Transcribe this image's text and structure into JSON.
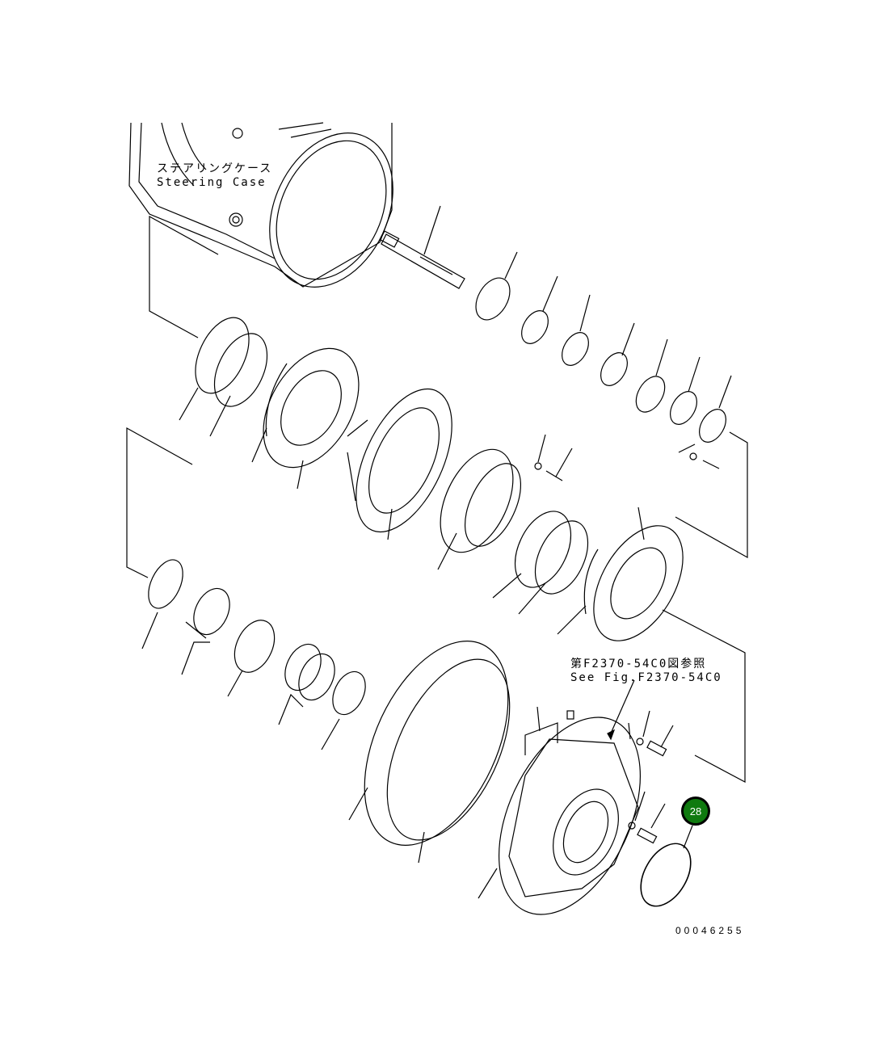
{
  "diagram": {
    "type": "exploded parts diagram",
    "labels": {
      "steering_case_jp": "ステアリングケース",
      "steering_case_en": "Steering Case",
      "see_fig_jp": "第F2370-54C0図参照",
      "see_fig_en": "See Fig.F2370-54C0"
    },
    "callouts": [
      {
        "number": "28",
        "color": "#0f7a0f"
      }
    ],
    "drawing_number": "00046255"
  }
}
